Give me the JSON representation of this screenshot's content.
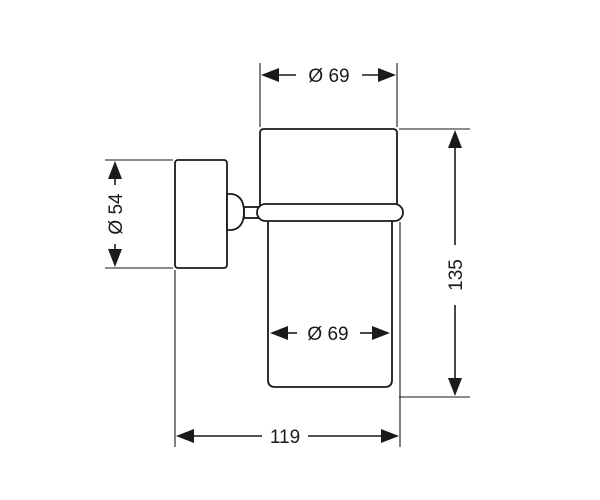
{
  "dimensions": {
    "cup_top_diameter": "Ø 69",
    "cup_inner_diameter": "Ø 69",
    "mount_diameter": "Ø 54",
    "total_depth": "119",
    "total_height": "135"
  },
  "colors": {
    "line": "#1a1a1a",
    "background": "#ffffff"
  }
}
